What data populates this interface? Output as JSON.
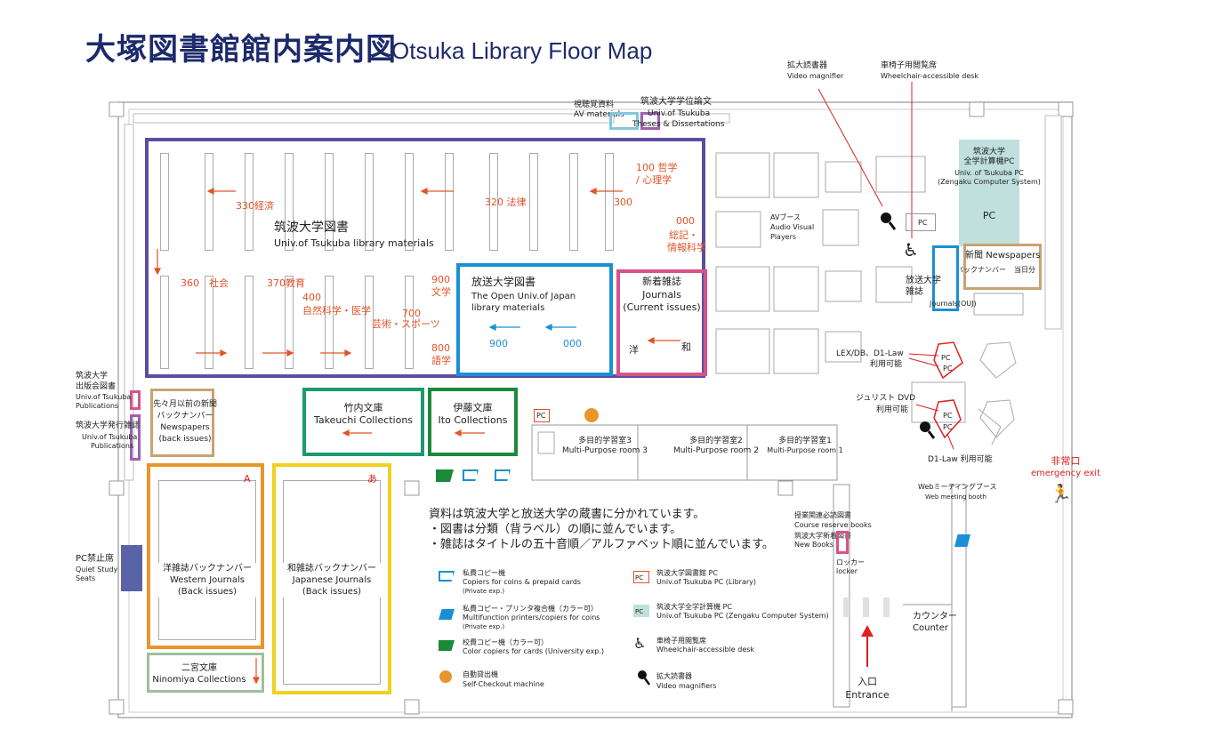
{
  "title": {
    "jp": "大塚図書館館内案内図",
    "en": "Otsuka Library Floor Map"
  },
  "top_labels": {
    "av_jp": "視聴覚資料",
    "av_en": "AV materials",
    "theses_jp": "筑波大学学位論文",
    "theses_en1": "Univ.of Tsukuba",
    "theses_en2": "Theses & Dissertations",
    "magnifier_jp": "拡大読書器",
    "magnifier_en": "Video magnifier",
    "wheelchair_jp": "車椅子用閲覧席",
    "wheelchair_en": "Wheelchair-accessible desk"
  },
  "zengaku": {
    "jp1": "筑波大学",
    "jp2": "全学計算機PC",
    "en1": "Univ. of Tsukuba PC",
    "en2": "(Zengaku Computer System)",
    "pc": "PC"
  },
  "areas": {
    "tsukuba_books": {
      "jp": "筑波大学図書",
      "en": "Univ.of Tsukuba library materials"
    },
    "open_univ": {
      "jp": "放送大学図書",
      "en1": "The Open Univ.of Japan",
      "en2": "library materials"
    },
    "new_journals": {
      "jp": "新着雑誌",
      "en1": "Journals",
      "en2": "(Current issues)",
      "yo": "洋",
      "wa": "和"
    },
    "takeuchi": {
      "jp": "竹内文庫",
      "en": "Takeuchi Collections"
    },
    "ito": {
      "jp": "伊藤文庫",
      "en": "Ito Collections"
    },
    "old_news": {
      "jp1": "先々月以前の新聞",
      "jp2": "バックナンバー",
      "en1": "Newspapers",
      "en2": "(back issues)"
    },
    "western": {
      "jp": "洋雑誌バックナンバー",
      "en1": "Western Journals",
      "en2": "(Back issues)",
      "mark": "A"
    },
    "japanese": {
      "jp": "和雑誌バックナンバー",
      "en1": "Japanese Journals",
      "en2": "(Back issues)",
      "mark": "あ"
    },
    "ninomiya": {
      "jp": "二宮文庫",
      "en": "Ninomiya Collections"
    },
    "newspapers": {
      "jp": "新聞",
      "en": "Newspapers",
      "back": "バックナンバー",
      "today": "当日分"
    },
    "ouj_journals": {
      "jp1": "放送大学",
      "jp2": "雑誌",
      "en": "Journals(OUJ)"
    },
    "press": {
      "jp1": "筑波大学",
      "jp2": "出版会図書",
      "en1": "Univ.of Tsukuba",
      "en2": "Publications"
    },
    "univ_pub": {
      "jp": "筑波大学発行雑誌",
      "en1": "Univ.of Tsukuba",
      "en2": "Publications"
    },
    "pc_free": {
      "jp": "PC禁止席",
      "en1": "Quiet Study",
      "en2": "Seats"
    },
    "av_booth": {
      "jp": "AVブース",
      "en1": "Audio Visual",
      "en2": "Players"
    }
  },
  "classification": {
    "c100": "100 哲学",
    "c100b": "/ 心理学",
    "c300": "300",
    "c320": "320 法律",
    "c330": "330経済",
    "c000": "000",
    "c000b": "総記・",
    "c000c": "情報科学",
    "c360": "360　社会",
    "c370": "370教育",
    "c400": "400",
    "c400b": "自然科学・医学",
    "c700": "700",
    "c700b": "芸術・スポーツ",
    "c900": "900",
    "c900b": "文学",
    "c800": "800",
    "c800b": "語学",
    "ouj900": "900",
    "ouj000": "000"
  },
  "rooms": {
    "r3_jp": "多目的学習室3",
    "r3_en": "Multi-Purpose room 3",
    "r2_jp": "多目的学習室2",
    "r2_en": "Multi-Purpose room 2",
    "r1_jp": "多目的学習室1",
    "r1_en": "Multi-Purpose room 1"
  },
  "right_side": {
    "lex_jp": "LEX/DB、D1-Law",
    "lex_jp2": "利用可能",
    "jurist_jp": "ジュリスト DVD",
    "jurist_jp2": "利用可能",
    "d1law": "D1-Law 利用可能",
    "exit_jp": "非常口",
    "exit_en": "emergency exit",
    "web_jp": "Webミーティングブース",
    "web_en": "Web meeting booth",
    "reserve_jp": "授業関連必読図書",
    "reserve_en": "Course reserve books",
    "newbooks_jp": "筑波大学新着図書",
    "newbooks_en": "New Books",
    "locker_jp": "ロッカー",
    "locker_en": "locker",
    "counter_jp": "カウンター",
    "counter_en": "Counter",
    "entrance_jp": "入口",
    "entrance_en": "Entrance",
    "pc": "PC"
  },
  "notes": [
    "資料は筑波大学と放送大学の蔵書に分かれています。",
    "・図書は分類（背ラベル）の順に並んでいます。",
    "・雑誌はタイトルの五十音順／アルファベット順に並んでいます。"
  ],
  "legend": {
    "coin_jp": "私費コピー機",
    "coin_en1": "Copiers for coins & prepaid cards",
    "coin_en2": "(Private exp.)",
    "mfp_jp": "私費コピー・プリンタ複合機（カラー可）",
    "mfp_en1": "Multifunction printers/copiers for coins",
    "mfp_en2": "(Private exp.)",
    "color_jp": "校費コピー機（カラー可）",
    "color_en": "Color copiers for cards (University exp.)",
    "checkout_jp": "自動貸出機",
    "checkout_en": "Self-Checkout machine",
    "libpc_jp": "筑波大学図書館 PC",
    "libpc_en": "Univ.of Tsukuba PC (Library)",
    "zpc_jp": "筑波大学全学計算機 PC",
    "zpc_en": "Univ.of Tsukuba PC (Zengaku Computer System)",
    "wc_jp": "車椅子用閲覧席",
    "wc_en": "Wheelchair-accessible desk",
    "mag_jp": "拡大読書器",
    "mag_en": "Video magnifiers",
    "pc": "PC"
  },
  "colors": {
    "purple": "#5b4ea0",
    "blue": "#1a8fd6",
    "pink": "#d6548a",
    "green": "#1a9a6e",
    "darkgreen": "#1a8a3a",
    "tan": "#c7a372",
    "orange": "#e8952a",
    "yellow": "#f0d020",
    "sage": "#9fbf9a",
    "navy": "#5963a8",
    "red": "#e02020",
    "teal": "#bfe0dc"
  }
}
